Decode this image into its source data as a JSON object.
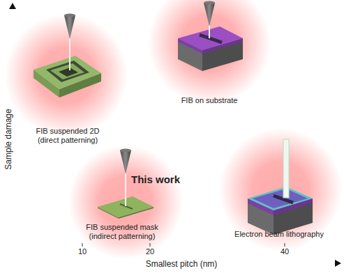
{
  "diagram": {
    "labels": [
      "Sample damage",
      "Smallest pitch (nm)",
      "10",
      "20",
      "40",
      "FIB suspended 2D (direct patterning)",
      "FIB on substrate",
      "This work",
      "FIB suspended mask (indirect patterning)",
      "Electron beam lithography"
    ]
  }
}
